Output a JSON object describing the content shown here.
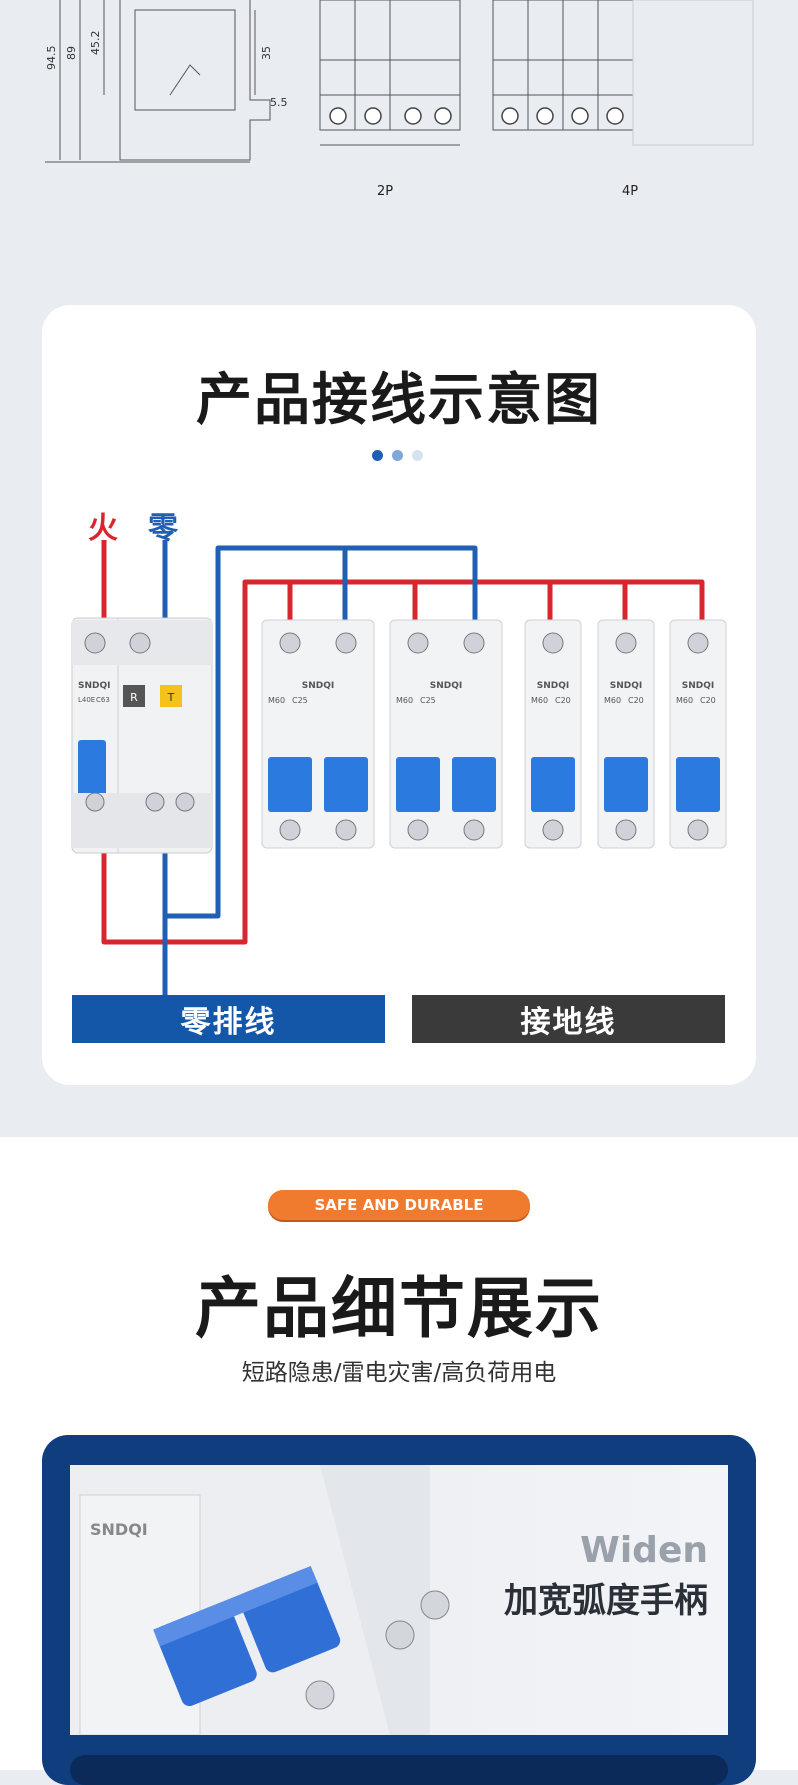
{
  "drawing": {
    "dims": [
      "94.5",
      "89",
      "45.2",
      "35",
      "5.5"
    ],
    "labels": [
      "2P",
      "4P"
    ]
  },
  "wiring": {
    "title": "产品接线示意图",
    "dots": [
      "#1f5fb4",
      "#7fa7d8",
      "#d7e2f0"
    ],
    "fire_label": "火",
    "zero_label": "零",
    "colors": {
      "fire": "#d8262f",
      "neutral": "#1f5fb4",
      "handle": "#2a7ae0"
    },
    "rcbo": {
      "brand": "SNDQI",
      "model": "L40E",
      "rating": "C63",
      "reset": "R",
      "test": "T"
    },
    "breakers": [
      {
        "brand": "SNDQI",
        "model": "M60",
        "rating": "C25",
        "poles": 2
      },
      {
        "brand": "SNDQI",
        "model": "M60",
        "rating": "C25",
        "poles": 2
      },
      {
        "brand": "SNDQI",
        "model": "M60",
        "rating": "C20",
        "poles": 1
      },
      {
        "brand": "SNDQI",
        "model": "M60",
        "rating": "C20",
        "poles": 1
      },
      {
        "brand": "SNDQI",
        "model": "M60",
        "rating": "C20",
        "poles": 1
      }
    ],
    "neutral_bar": "零排线",
    "ground_bar": "接地线",
    "neutral_bar_color": "#1457a8",
    "ground_bar_color": "#3a3a3a"
  },
  "details": {
    "pill": "SAFE AND DURABLE",
    "title": "产品细节展示",
    "subtitle": "短路隐患/雷电灾害/高负荷用电",
    "photo_en": "Widen",
    "photo_cn": "加宽弧度手柄",
    "photo_brand": "SNDQI"
  }
}
